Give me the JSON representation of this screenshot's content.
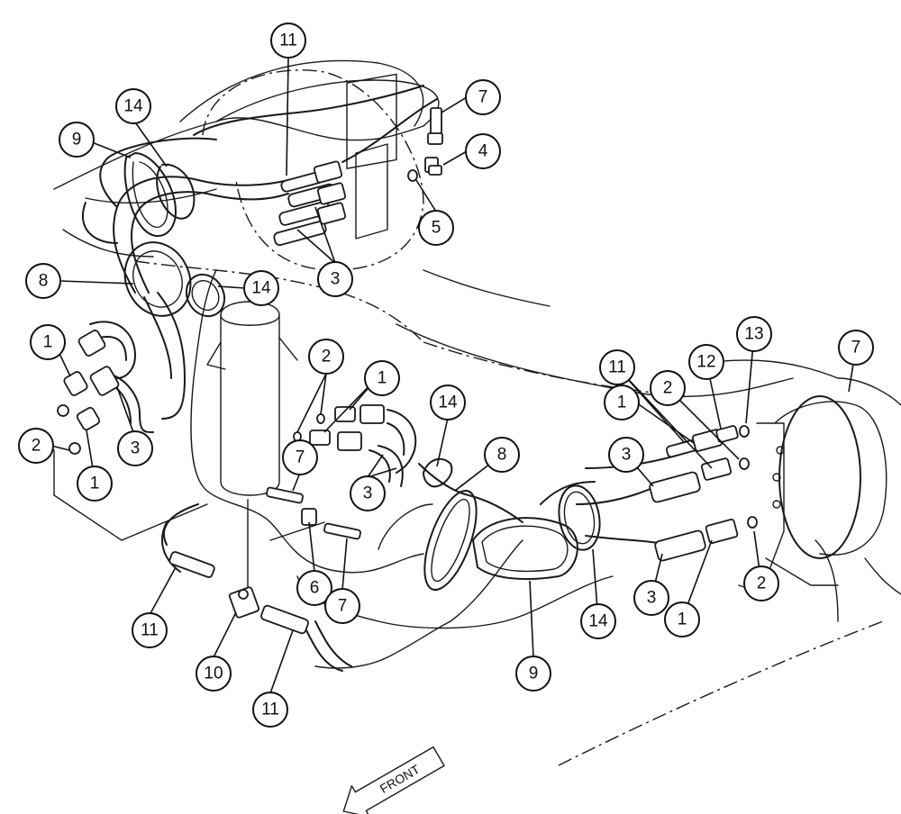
{
  "diagram": {
    "direction_label": "FRONT",
    "callouts": [
      {
        "id": "c1",
        "label": "11"
      },
      {
        "id": "c2",
        "label": "14"
      },
      {
        "id": "c3",
        "label": "9"
      },
      {
        "id": "c4",
        "label": "7"
      },
      {
        "id": "c5",
        "label": "4"
      },
      {
        "id": "c6",
        "label": "5"
      },
      {
        "id": "c7",
        "label": "3"
      },
      {
        "id": "c8",
        "label": "8"
      },
      {
        "id": "c9",
        "label": "14"
      },
      {
        "id": "c10",
        "label": "1"
      },
      {
        "id": "c11",
        "label": "2"
      },
      {
        "id": "c12",
        "label": "1"
      },
      {
        "id": "c13",
        "label": "3"
      },
      {
        "id": "c14",
        "label": "2"
      },
      {
        "id": "c15",
        "label": "1"
      },
      {
        "id": "c16",
        "label": "3"
      },
      {
        "id": "c17",
        "label": "7"
      },
      {
        "id": "c18",
        "label": "6"
      },
      {
        "id": "c19",
        "label": "7"
      },
      {
        "id": "c20",
        "label": "11"
      },
      {
        "id": "c21",
        "label": "10"
      },
      {
        "id": "c22",
        "label": "11"
      },
      {
        "id": "c23",
        "label": "14"
      },
      {
        "id": "c24",
        "label": "8"
      },
      {
        "id": "c25",
        "label": "9"
      },
      {
        "id": "c26",
        "label": "11"
      },
      {
        "id": "c27",
        "label": "1"
      },
      {
        "id": "c28",
        "label": "2"
      },
      {
        "id": "c29",
        "label": "12"
      },
      {
        "id": "c30",
        "label": "13"
      },
      {
        "id": "c31",
        "label": "7"
      },
      {
        "id": "c32",
        "label": "3"
      },
      {
        "id": "c33",
        "label": "14"
      },
      {
        "id": "c34",
        "label": "3"
      },
      {
        "id": "c35",
        "label": "1"
      },
      {
        "id": "c36",
        "label": "2"
      }
    ]
  }
}
